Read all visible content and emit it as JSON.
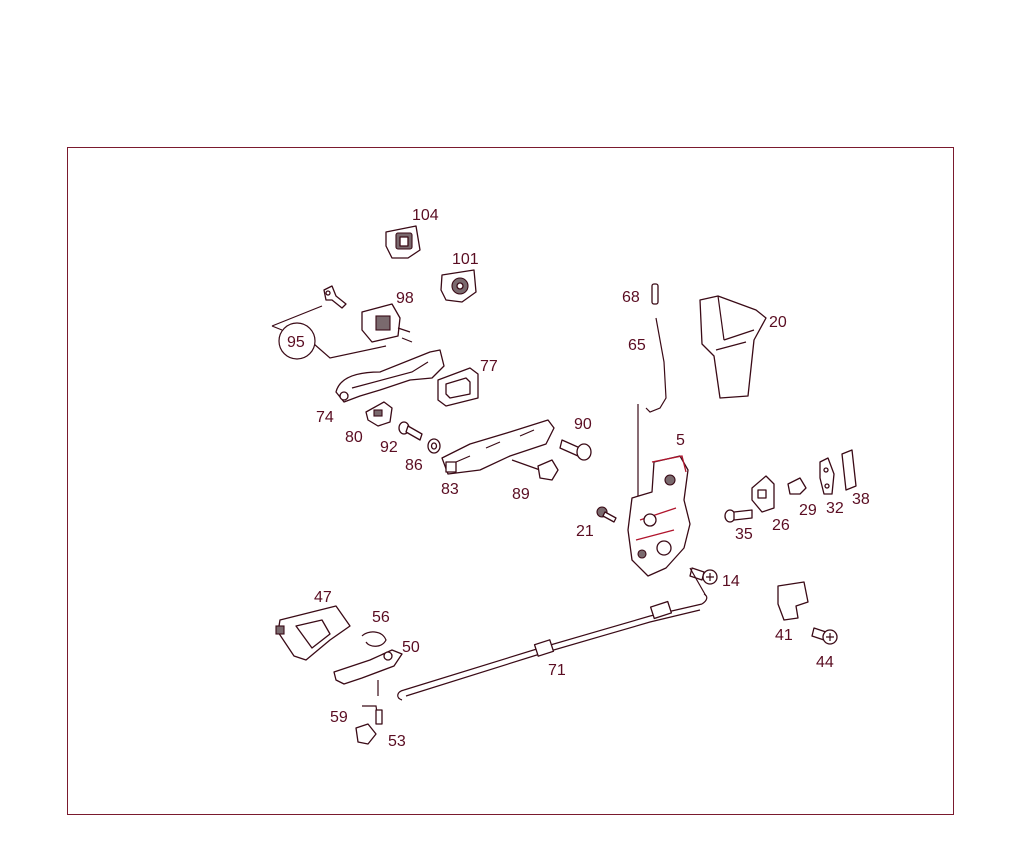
{
  "diagram": {
    "frame_color": "#7a1a2e",
    "callouts": {
      "p104": "104",
      "p101": "101",
      "p98": "98",
      "p95": "95",
      "p77": "77",
      "p74": "74",
      "p80": "80",
      "p92": "92",
      "p86": "86",
      "p90": "90",
      "p83": "83",
      "p89": "89",
      "p68": "68",
      "p65": "65",
      "p20": "20",
      "p5": "5",
      "p21": "21",
      "p26": "26",
      "p29": "29",
      "p32": "32",
      "p38": "38",
      "p35": "35",
      "p14": "14",
      "p47": "47",
      "p56": "56",
      "p50": "50",
      "p71": "71",
      "p41": "41",
      "p44": "44",
      "p59": "59",
      "p53": "53"
    }
  }
}
